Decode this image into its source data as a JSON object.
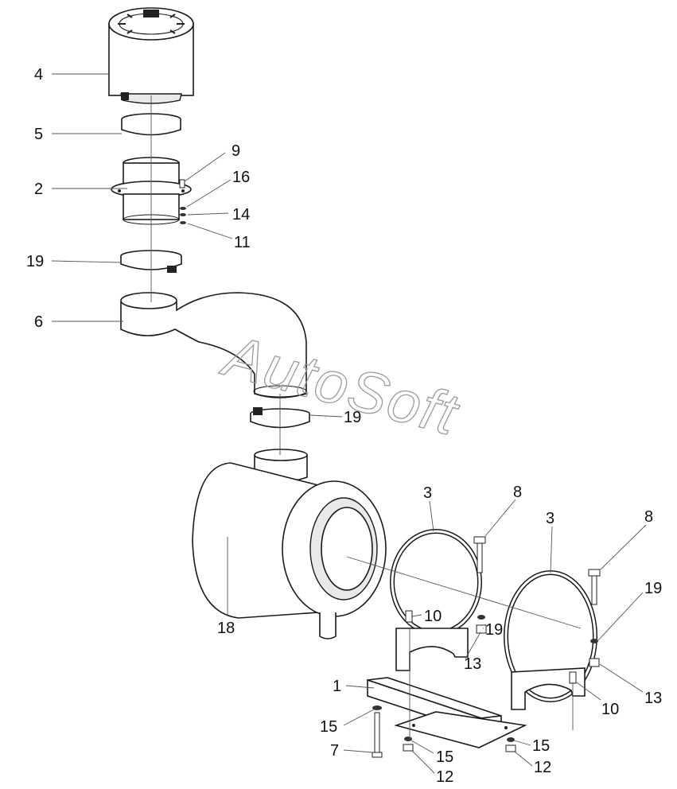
{
  "watermark": "AutoSoft",
  "callouts": {
    "c4": "4",
    "c5": "5",
    "c9": "9",
    "c2": "2",
    "c16": "16",
    "c14": "14",
    "c11": "11",
    "c19a": "19",
    "c6": "6",
    "c19b": "19",
    "c3a": "3",
    "c8a": "8",
    "c3b": "3",
    "c8b": "8",
    "c19c": "19",
    "c10a": "10",
    "c19d": "19",
    "c18": "18",
    "c13a": "13",
    "c13b": "13",
    "c1": "1",
    "c10b": "10",
    "c15a": "15",
    "c7": "7",
    "c15b": "15",
    "c15c": "15",
    "c12a": "12",
    "c12b": "12"
  }
}
